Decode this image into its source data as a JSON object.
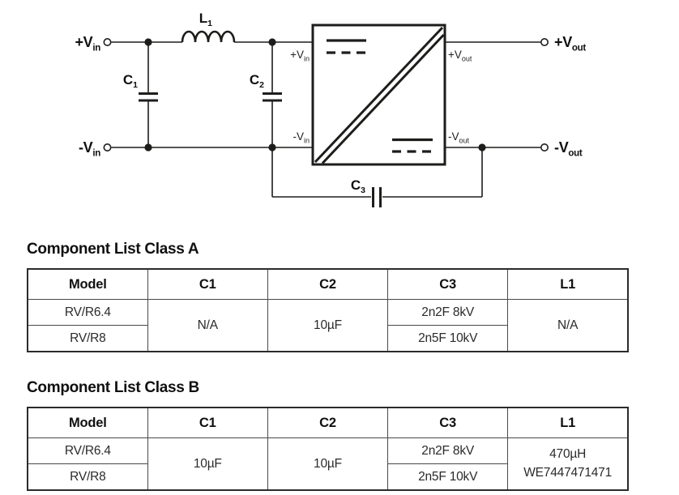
{
  "colors": {
    "ink": "#1d1d1b",
    "background": "#ffffff",
    "table_border_outer": "#2b2b2b",
    "table_border_inner": "#4a4a4a"
  },
  "circuit": {
    "terminals": {
      "vin_pos": {
        "main": "+V",
        "sub": "in"
      },
      "vin_neg": {
        "main": "-V",
        "sub": "in"
      },
      "vout_pos": {
        "main": "+V",
        "sub": "out"
      },
      "vout_neg": {
        "main": "-V",
        "sub": "out"
      }
    },
    "pins": {
      "vin_pos": {
        "main": "+V",
        "sub": "in"
      },
      "vin_neg": {
        "main": "-V",
        "sub": "in"
      },
      "vout_pos": {
        "main": "+V",
        "sub": "out"
      },
      "vout_neg": {
        "main": "-V",
        "sub": "out"
      }
    },
    "components": {
      "l1": {
        "main": "L",
        "sub": "1"
      },
      "c1": {
        "main": "C",
        "sub": "1"
      },
      "c2": {
        "main": "C",
        "sub": "2"
      },
      "c3": {
        "main": "C",
        "sub": "3"
      }
    }
  },
  "tables": [
    {
      "title": "Component List Class A",
      "headers": [
        "Model",
        "C1",
        "C2",
        "C3",
        "L1"
      ],
      "models": [
        "RV/R6.4",
        "RV/R8"
      ],
      "c1": "N/A",
      "c2": "10µF",
      "c3": [
        "2n2F 8kV",
        "2n5F 10kV"
      ],
      "l1": [
        "N/A"
      ]
    },
    {
      "title": "Component List Class B",
      "headers": [
        "Model",
        "C1",
        "C2",
        "C3",
        "L1"
      ],
      "models": [
        "RV/R6.4",
        "RV/R8"
      ],
      "c1": "10µF",
      "c2": "10µF",
      "c3": [
        "2n2F 8kV",
        "2n5F 10kV"
      ],
      "l1": [
        "470µH",
        "WE7447471471"
      ]
    }
  ]
}
